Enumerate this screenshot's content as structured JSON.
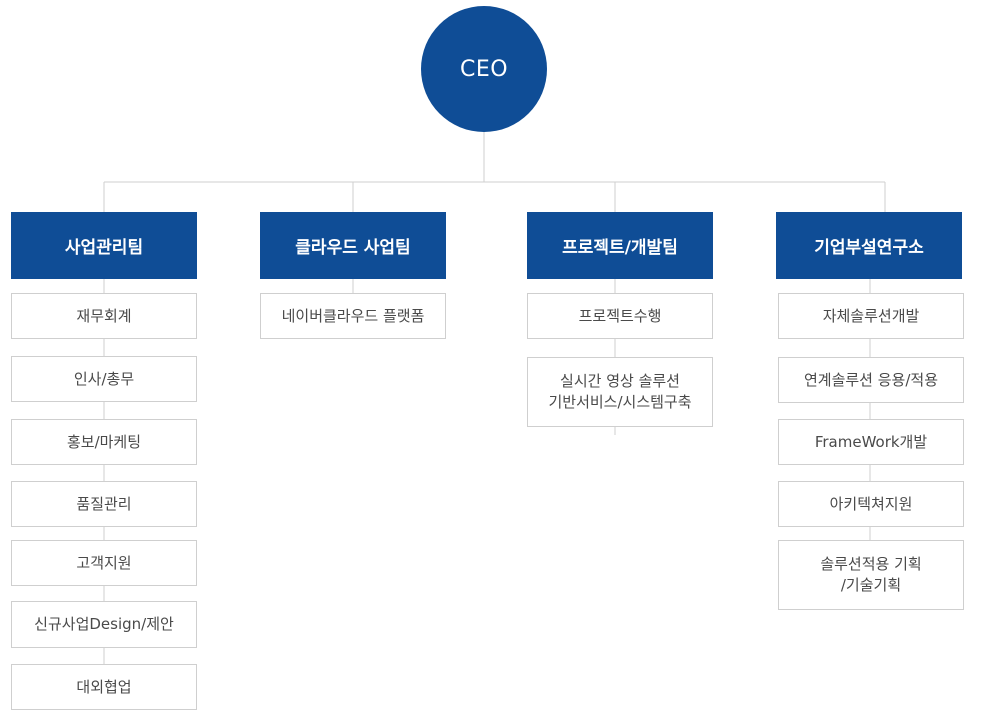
{
  "ceo": "CEO",
  "teams": [
    {
      "name": "사업관리팀",
      "items": [
        "재무회계",
        "인사/총무",
        "홍보/마케팅",
        "품질관리",
        "고객지원",
        "신규사업Design/제안",
        "대외협업"
      ]
    },
    {
      "name": "클라우드 사업팀",
      "items": [
        "네이버클라우드 플랫폼"
      ]
    },
    {
      "name": "프로젝트/개발팀",
      "items": [
        "프로젝트수행",
        "실시간 영상 솔루션\n기반서비스/시스템구축"
      ]
    },
    {
      "name": "기업부설연구소",
      "items": [
        "자체솔루션개발",
        "연계솔루션 응용/적용",
        "FrameWork개발",
        "아키텍쳐지원",
        "솔루션적용 기획\n/기술기획"
      ]
    }
  ],
  "colors": {
    "primary": "#0f4d96",
    "line": "#cfcfcf",
    "text": "#4a4a4a"
  }
}
